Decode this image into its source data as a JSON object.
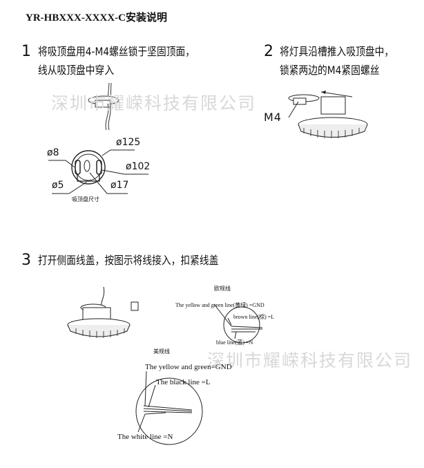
{
  "title": "YR-HBXXX-XXXX-C安装说明",
  "watermark": "深圳市耀嵘科技有限公司",
  "steps": [
    {
      "number": "1",
      "lines": [
        "将吸顶盘用4-M4螺丝锁于坚固顶面，",
        "线从吸顶盘中穿入"
      ]
    },
    {
      "number": "2",
      "lines": [
        "将灯具沿槽推入吸顶盘中，",
        "锁紧两边的M4紧固螺丝"
      ]
    },
    {
      "number": "3",
      "lines": [
        "打开侧面线盖，按图示将线接入，扣紧线盖"
      ]
    }
  ],
  "plate_dimensions": {
    "d125": "ø125",
    "d8": "ø8",
    "d102": "ø102",
    "d5": "ø5",
    "d17": "ø17",
    "caption": "吸顶盘尺寸"
  },
  "screw_label": "M4",
  "eu_wiring": {
    "title": "欧规线",
    "gnd": "The yellow and green line(黄绿) =GND",
    "live": "brown line(棕) =L",
    "neutral": "blue line(蓝) =N"
  },
  "us_wiring": {
    "title": "美规线",
    "gnd": "The yellow and green=GND",
    "live": "The black line =L",
    "neutral": "The white line =N"
  }
}
